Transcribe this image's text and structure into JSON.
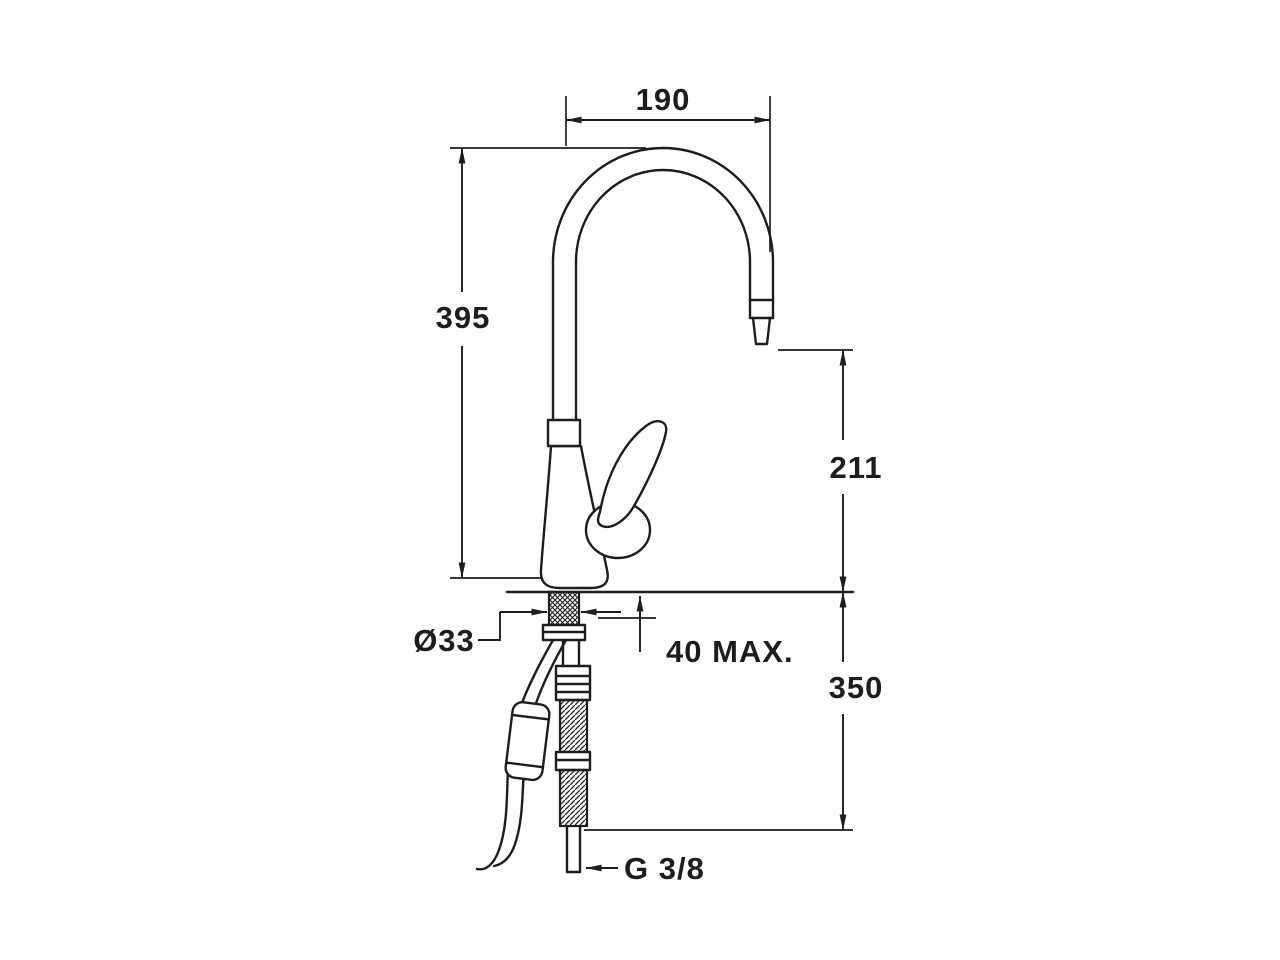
{
  "drawing": {
    "type": "faucet-installation-dimension-drawing",
    "line_color": "#1d1d1d",
    "background": "#ffffff"
  },
  "dims": {
    "spout_width": "190",
    "height_above_deck": "395",
    "spout_outlet_height": "211",
    "below_deck_length": "350",
    "mounting_hole_diameter": "Ø33",
    "deck_thickness_max": "40 MAX.",
    "connection_thread": "G 3/8"
  }
}
